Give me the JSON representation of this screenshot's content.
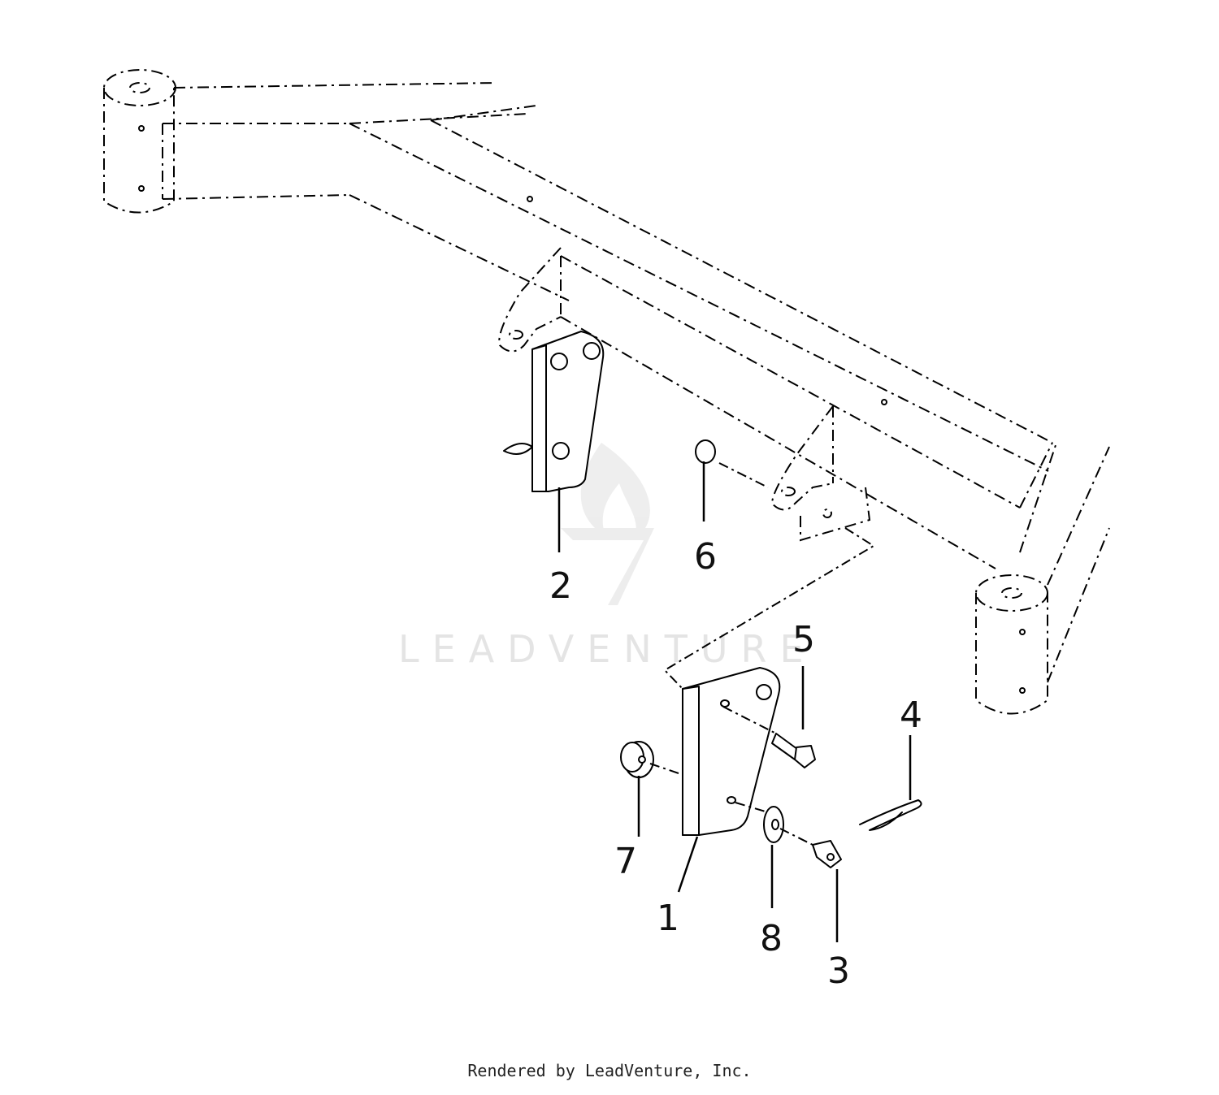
{
  "watermark": {
    "text": "LEADVENTURE"
  },
  "callouts": [
    "1",
    "2",
    "3",
    "4",
    "5",
    "6",
    "7",
    "8"
  ],
  "footer": {
    "text": "Rendered by LeadVenture, Inc."
  }
}
